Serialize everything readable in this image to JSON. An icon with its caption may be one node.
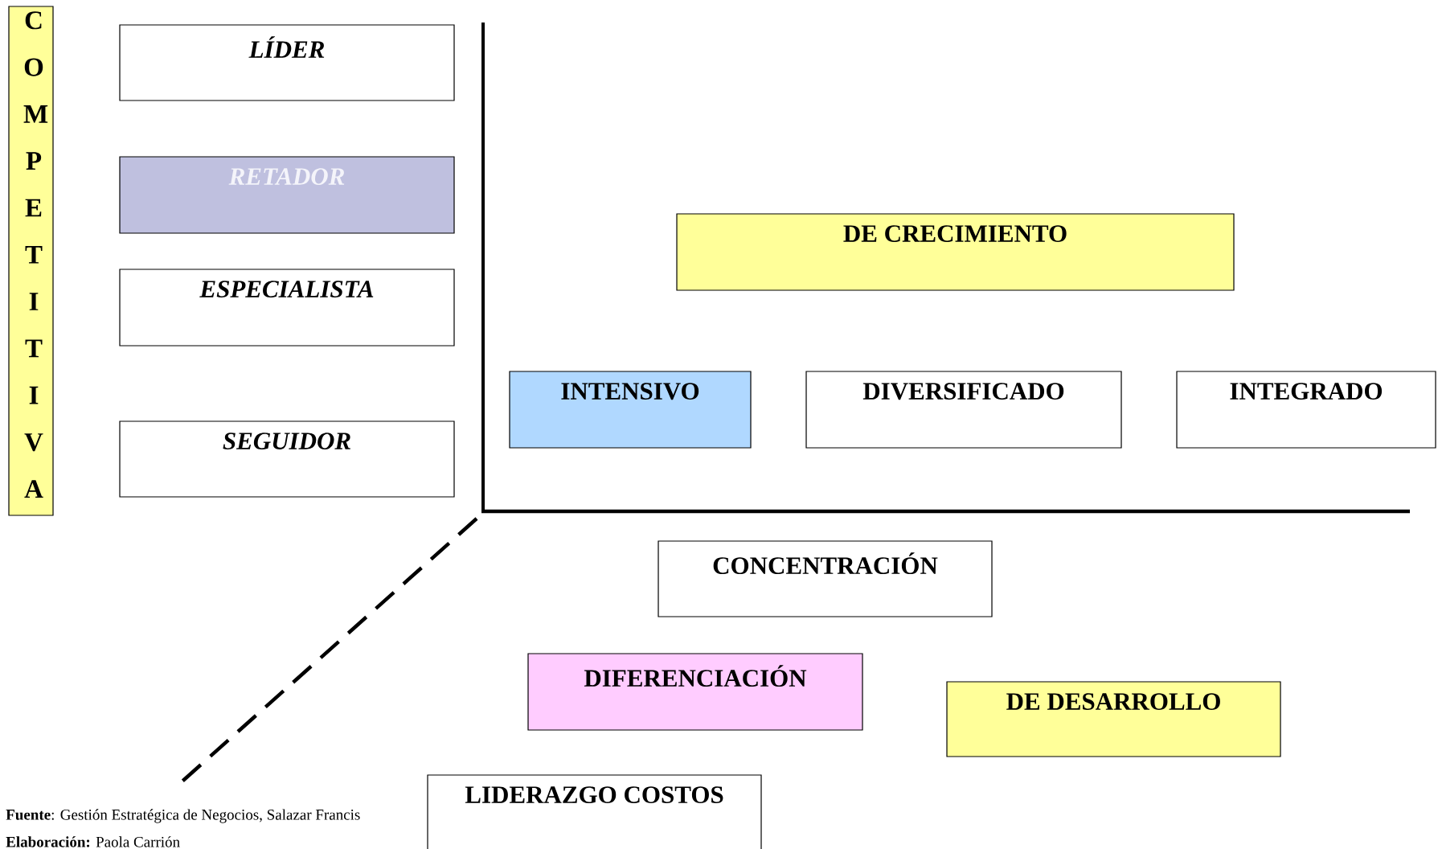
{
  "diagram": {
    "nodes": [
      {
        "text": [
          "C O M P E T I T I V A"
        ]
      },
      {
        "text": [
          "LÍDER"
        ]
      },
      {
        "text": [
          "RETADOR"
        ]
      },
      {
        "text": [
          "ESPECIALISTA"
        ]
      },
      {
        "text": [
          "SEGUIDOR"
        ]
      },
      {
        "text": [
          "DE CRECIMIENTO"
        ]
      },
      {
        "text": [
          "INTENSIVO"
        ]
      },
      {
        "text": [
          "DIVERSIFICADO"
        ]
      },
      {
        "text": [
          "INTEGRADO"
        ]
      },
      {
        "text": [
          "CONCENTRACIÓN"
        ]
      },
      {
        "text": [
          "DIFERENCIACIÓN"
        ]
      },
      {
        "text": [
          "DE DESARROLLO"
        ]
      },
      {
        "text": [
          "LIDERAZGO COSTOS"
        ]
      }
    ],
    "labels": [
      "**Fuente**: Gestión Estratégica de Negocios, Salazar Francis",
      "**Elaboración:** Paola Carrión"
    ]
  }
}
